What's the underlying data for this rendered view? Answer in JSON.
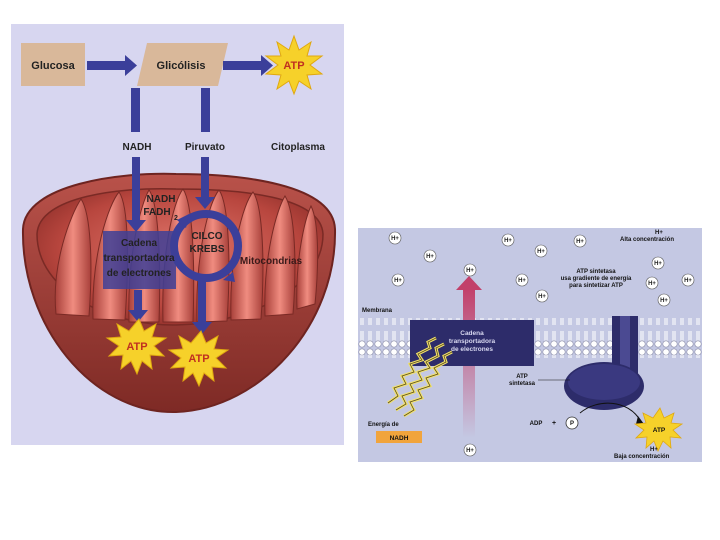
{
  "left_diagram": {
    "glucosa": "Glucosa",
    "glicolisis": "Glicólisis",
    "atp_top": "ATP",
    "nadh": "NADH",
    "piruvato": "Piruvato",
    "citoplasma": "Citoplasma",
    "nadh_fadh_line1": "NADH",
    "nadh_fadh_line2": "FADH",
    "fadh_sub": "2",
    "cadena_line1": "Cadena",
    "cadena_line2": "transportadora",
    "cadena_line3": "de electrones",
    "ciclo_line1": "CILCO",
    "ciclo_line2": "KREBS",
    "mitocondrias": "Mitocondrias",
    "atp_bottom_left": "ATP",
    "atp_bottom_right": "ATP"
  },
  "right_diagram": {
    "h_label": "H+",
    "alta_h": "H+",
    "alta_concentracion": "Alta concentración",
    "atp_sintetasa_note_line1": "ATP sintetasa",
    "atp_sintetasa_note_line2": "usa gradiente de energía",
    "atp_sintetasa_note_line3": "para sintetizar ATP",
    "membrana": "Membrana",
    "cadena_line1": "Cadena",
    "cadena_line2": "transportadora",
    "cadena_line3": "de electrones",
    "atp_sintetasa_line1": "ATP",
    "atp_sintetasa_line2": "sintetasa",
    "energia_line1": "Energía de",
    "energia_line2": "NADH",
    "adp": "ADP",
    "plus": "+",
    "p": "P",
    "atp": "ATP",
    "baja_h": "H+",
    "baja_concentracion": "Baja concentración"
  },
  "colors": {
    "left_background": "#d7d6f0",
    "right_background": "#c4c8e3",
    "arrow_blue": "#3b3f9a",
    "mitochondria": "#c0544a",
    "atp_star": "#f6d12a",
    "membrane_channel": "#2d2c6a",
    "proton_arrow": "#c2406a"
  }
}
